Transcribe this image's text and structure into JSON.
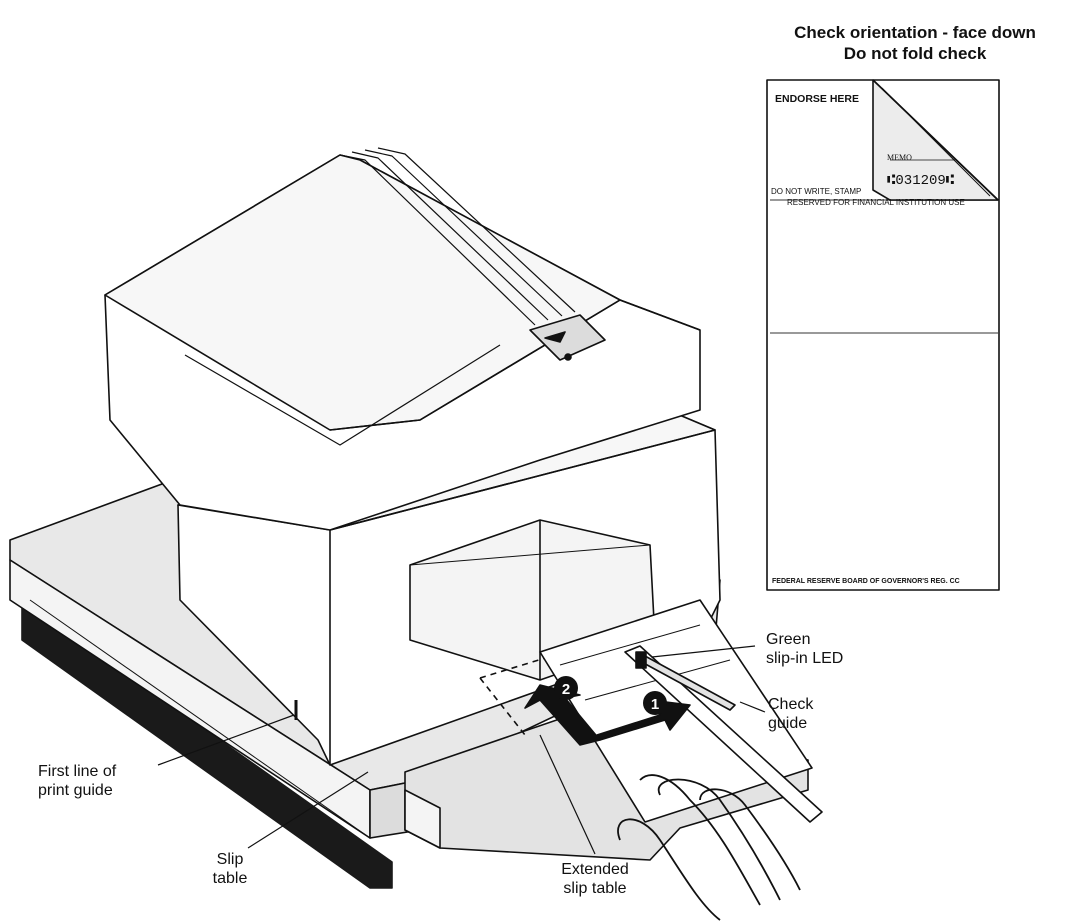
{
  "check_panel": {
    "heading_line1": "Check orientation - face down",
    "heading_line2": "Do not fold check",
    "endorse_here": "ENDORSE HERE",
    "memo": "MEMO",
    "micr_digits": "⑆031209⑆",
    "do_not_write": "DO NOT WRITE, STAMP",
    "reserved": "RESERVED FOR FINANCIAL INSTITUTION USE",
    "federal_reserve": "FEDERAL RESERVE BOARD OF GOVERNOR'S REG. CC"
  },
  "steps": {
    "one": "1",
    "two": "2"
  },
  "labels": {
    "green_led_line1": "Green",
    "green_led_line2": "slip-in LED",
    "check_guide_line1": "Check",
    "check_guide_line2": "guide",
    "first_line_line1": "First line of",
    "first_line_line2": "print guide",
    "slip_table_line1": "Slip",
    "slip_table_line2": "table",
    "extended_line1": "Extended",
    "extended_line2": "slip table"
  },
  "colors": {
    "ink": "#111111",
    "gray_fill": "#e6e6e6",
    "dark_shadow": "#1a1a1a"
  }
}
